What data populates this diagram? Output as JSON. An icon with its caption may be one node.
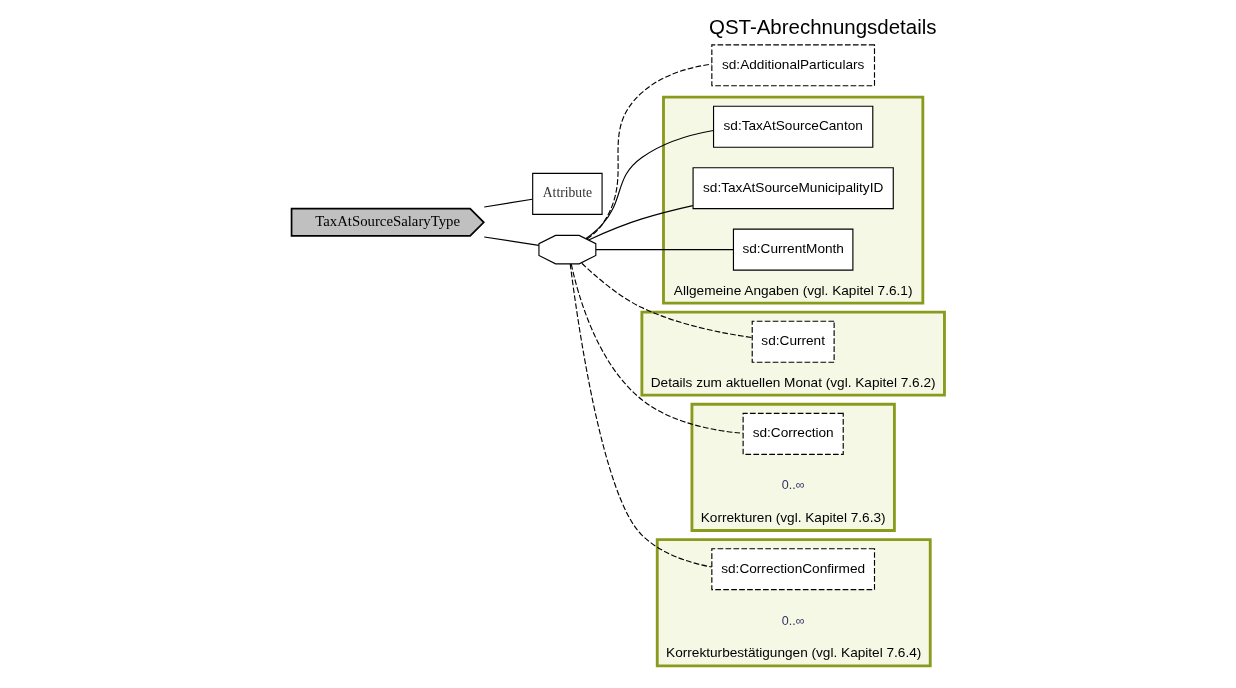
{
  "diagram": {
    "title": "QST-Abrechnungsdetails",
    "nodes": [
      {
        "text": [
          "TaxAtSourceSalaryType"
        ]
      },
      {
        "text": [
          "Attribute"
        ]
      },
      {
        "text": [],
        "shape": "octagon"
      },
      {
        "text": [
          "sd:AdditionalParticulars"
        ]
      },
      {
        "text": [
          "Allgemeine Angaben (vgl. Kapitel 7.6.1)"
        ]
      },
      {
        "text": [
          "sd:TaxAtSourceCanton"
        ],
        "in": 4
      },
      {
        "text": [
          "sd:TaxAtSourceMunicipalityID"
        ],
        "in": 4
      },
      {
        "text": [
          "sd:CurrentMonth"
        ],
        "in": 4
      },
      {
        "text": [
          "Details zum aktuellen Monat (vgl. Kapitel 7.6.2)"
        ]
      },
      {
        "text": [
          "sd:Current"
        ],
        "in": 8
      },
      {
        "text": [
          "Korrekturen (vgl. Kapitel 7.6.3)"
        ]
      },
      {
        "text": [
          "sd:Correction"
        ],
        "in": 10,
        "beside": [
          "0..∞"
        ]
      },
      {
        "text": [
          "Korrekturbestätigungen (vgl. Kapitel 7.6.4)"
        ]
      },
      {
        "text": [
          "sd:CorrectionConfirmed"
        ],
        "in": 12,
        "beside": [
          "0..∞"
        ]
      }
    ],
    "edges": [
      {
        "from": 0,
        "to": 1,
        "arrow": "none"
      },
      {
        "from": 0,
        "to": 2,
        "arrow": "none"
      },
      {
        "from": 2,
        "to": 3,
        "arrow": "none",
        "style": "dashed"
      },
      {
        "from": 2,
        "to": 5,
        "arrow": "none"
      },
      {
        "from": 2,
        "to": 6,
        "arrow": "none"
      },
      {
        "from": 2,
        "to": 7,
        "arrow": "none"
      },
      {
        "from": 2,
        "to": 9,
        "arrow": "none",
        "style": "dashed"
      },
      {
        "from": 2,
        "to": 11,
        "arrow": "none",
        "style": "dashed"
      },
      {
        "from": 2,
        "to": 13,
        "arrow": "none",
        "style": "dashed"
      }
    ]
  }
}
